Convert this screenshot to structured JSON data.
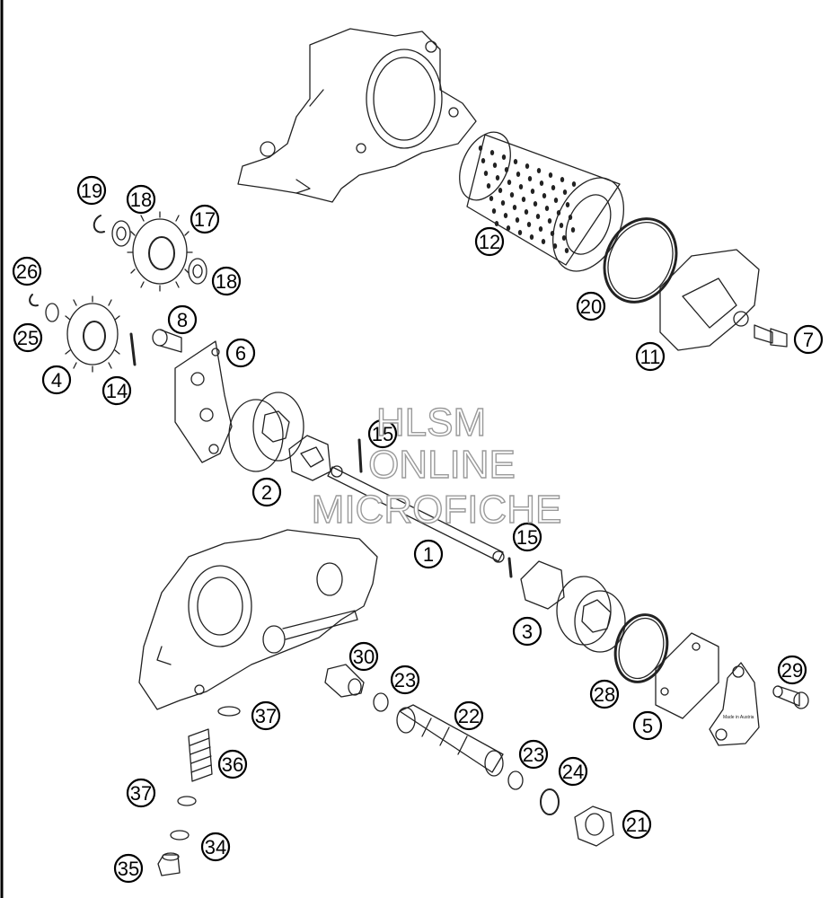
{
  "watermark": {
    "line1": "HLSM",
    "line2": "ONLINE",
    "line3": "MICROFICHE"
  },
  "callouts": [
    "1",
    "2",
    "3",
    "4",
    "5",
    "6",
    "7",
    "8",
    "11",
    "12",
    "14",
    "15",
    "15",
    "17",
    "18",
    "18",
    "19",
    "20",
    "21",
    "22",
    "23",
    "23",
    "24",
    "25",
    "26",
    "28",
    "29",
    "30",
    "34",
    "35",
    "36",
    "37",
    "37"
  ],
  "part_label_small": "Made in Austria"
}
